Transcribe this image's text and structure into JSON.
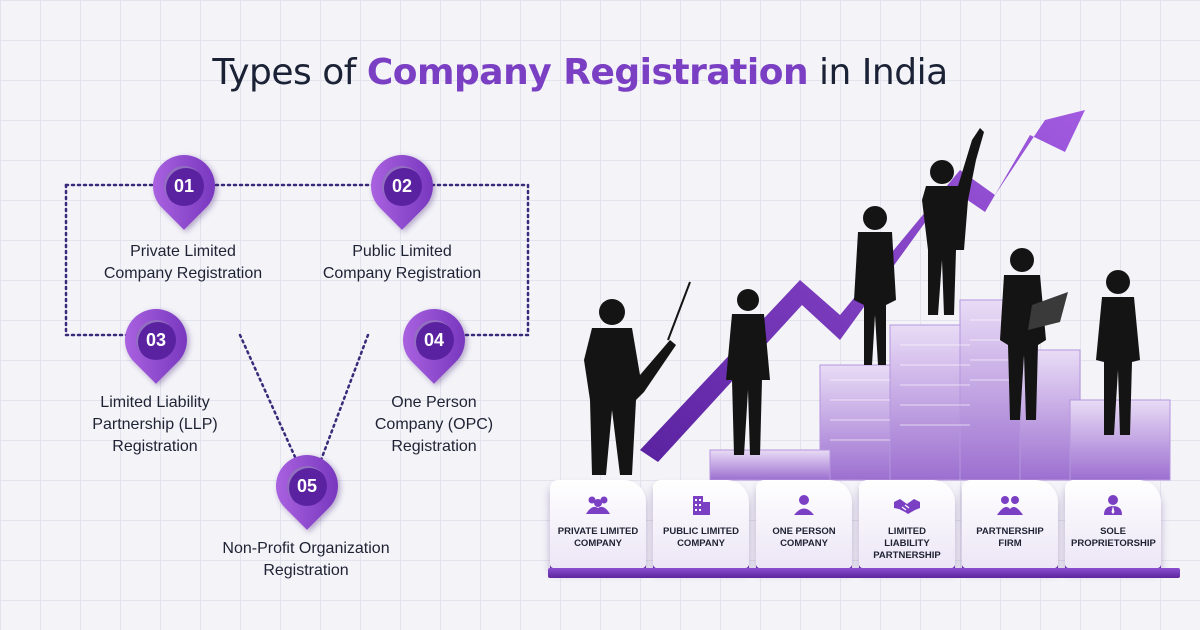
{
  "title": {
    "prefix": "Types of ",
    "highlight": "Company Registration",
    "suffix": " in India"
  },
  "steps": [
    {
      "number": "01",
      "label_line1": "Private Limited",
      "label_line2": "Company Registration"
    },
    {
      "number": "02",
      "label_line1": "Public Limited",
      "label_line2": "Company Registration"
    },
    {
      "number": "03",
      "label_line1": "Limited Liability",
      "label_line2": "Partnership (LLP)",
      "label_line3": "Registration"
    },
    {
      "number": "04",
      "label_line1": "One Person",
      "label_line2": "Company (OPC)",
      "label_line3": "Registration"
    },
    {
      "number": "05",
      "label_line1": "Non-Profit Organization",
      "label_line2": "Registration"
    }
  ],
  "cards": [
    {
      "label": "Private Limited\nCompany",
      "icon": "group-people-icon"
    },
    {
      "label": "Public Limited\nCompany",
      "icon": "building-icon"
    },
    {
      "label": "One Person\nCompany",
      "icon": "person-icon"
    },
    {
      "label": "Limited Liability\nPartnership",
      "icon": "handshake-icon"
    },
    {
      "label": "Partnership\nFirm",
      "icon": "partners-icon"
    },
    {
      "label": "Sole\nProprietorship",
      "icon": "single-person-icon"
    }
  ],
  "colors": {
    "accent": "#7b3fc4",
    "accent_dark": "#5a22a0",
    "text": "#1b2236",
    "connector": "#3a2a7a"
  }
}
